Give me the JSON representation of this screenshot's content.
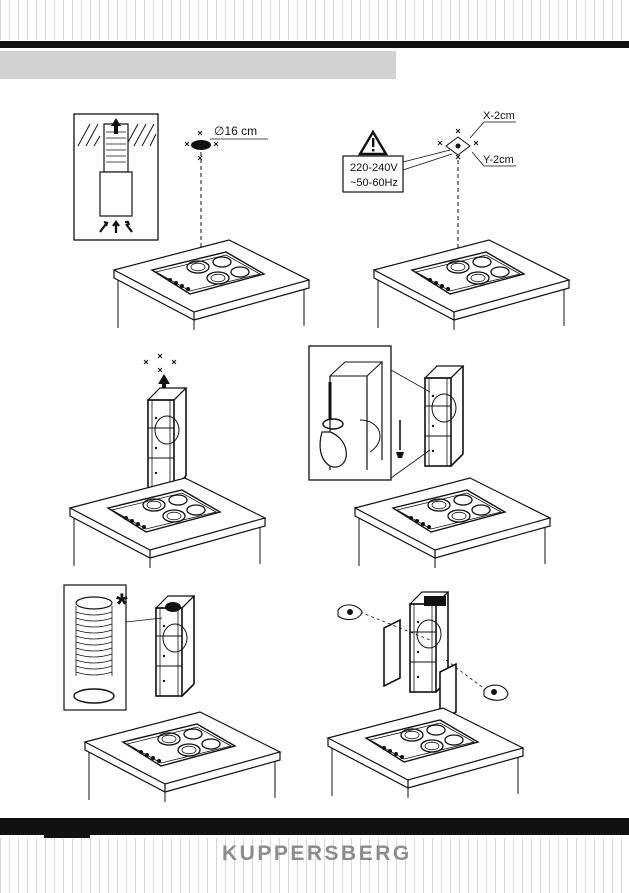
{
  "labels": {
    "duct_diameter": "∅16 cm",
    "offset_x": "X-2cm",
    "offset_y": "Y-2cm",
    "voltage": "220-240V",
    "frequency": "~50-60Hz",
    "optional_mark": "*"
  },
  "footer": {
    "brand": "KUPPERSBERG"
  },
  "icons": [
    "warning-triangle-icon",
    "screwdriver-icon",
    "hand-icon",
    "arrow-up-icon"
  ]
}
